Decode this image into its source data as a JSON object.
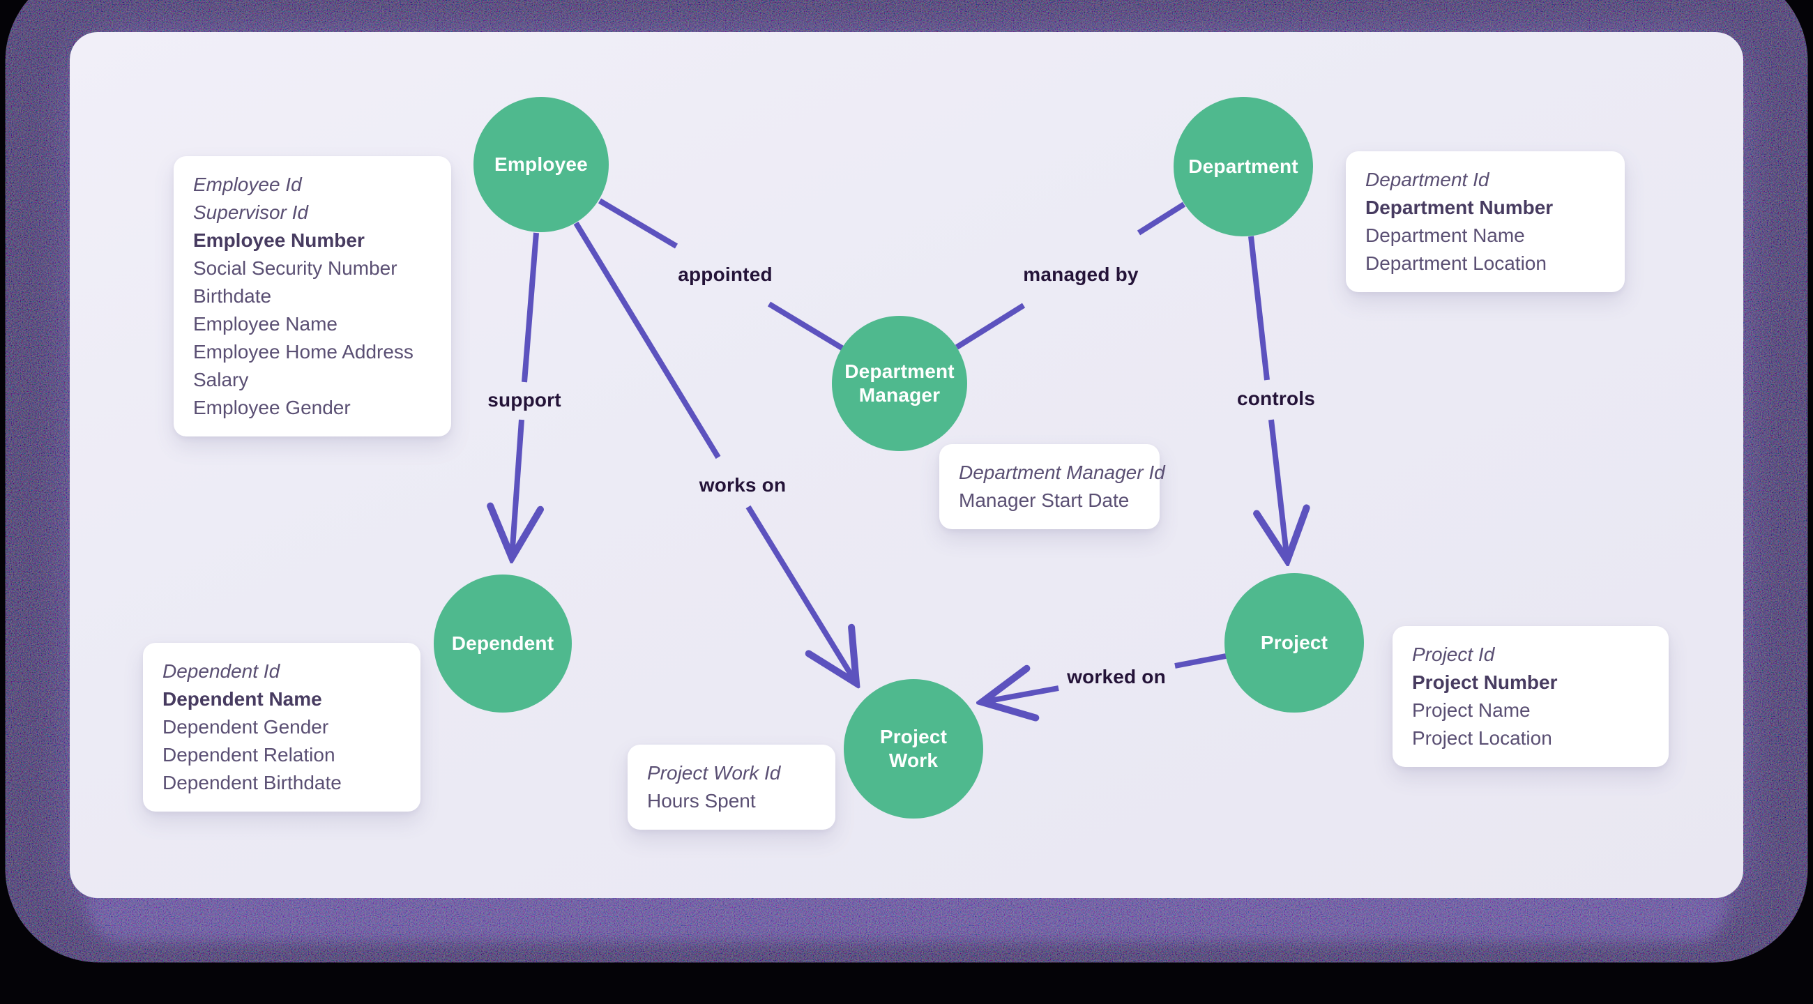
{
  "colors": {
    "outer_background": "#040307",
    "panel_background": "#ecebf5",
    "node_fill": "#4fb98e",
    "node_text": "#ffffff",
    "edge_line": "#5c52be",
    "edge_label_text": "#241338",
    "card_background": "#ffffff",
    "card_text": "#5a4f73",
    "card_text_bold": "#473b60",
    "halo_glow": "#473793"
  },
  "diagram": {
    "nodes": [
      {
        "id": "employee",
        "label": "Employee"
      },
      {
        "id": "department",
        "label": "Department"
      },
      {
        "id": "department-manager",
        "label": "Department Manager"
      },
      {
        "id": "dependent",
        "label": "Dependent"
      },
      {
        "id": "project",
        "label": "Project"
      },
      {
        "id": "project-work",
        "label": "Project Work"
      }
    ],
    "edges": [
      {
        "id": "appointed",
        "label": "appointed",
        "from": "Employee",
        "to": "Department Manager",
        "arrow": false
      },
      {
        "id": "managed-by",
        "label": "managed by",
        "from": "Department",
        "to": "Department Manager",
        "arrow": false
      },
      {
        "id": "support",
        "label": "support",
        "from": "Employee",
        "to": "Dependent",
        "arrow": true
      },
      {
        "id": "works-on",
        "label": "works on",
        "from": "Employee",
        "to": "Project Work",
        "arrow": true
      },
      {
        "id": "controls",
        "label": "controls",
        "from": "Department",
        "to": "Project",
        "arrow": true
      },
      {
        "id": "worked-on",
        "label": "worked on",
        "from": "Project",
        "to": "Project Work",
        "arrow": true
      }
    ],
    "cards": [
      {
        "entity": "employee",
        "lines": [
          {
            "text": "Employee Id",
            "emphasis": "italic"
          },
          {
            "text": "Supervisor Id",
            "emphasis": "italic"
          },
          {
            "text": "Employee Number",
            "emphasis": "bold"
          },
          {
            "text": "Social Security Number",
            "emphasis": "regular"
          },
          {
            "text": "Birthdate",
            "emphasis": "regular"
          },
          {
            "text": "Employee Name",
            "emphasis": "regular"
          },
          {
            "text": "Employee Home Address",
            "emphasis": "regular"
          },
          {
            "text": "Salary",
            "emphasis": "regular"
          },
          {
            "text": "Employee Gender",
            "emphasis": "regular"
          }
        ]
      },
      {
        "entity": "department",
        "lines": [
          {
            "text": "Department Id",
            "emphasis": "italic"
          },
          {
            "text": "Department Number",
            "emphasis": "bold"
          },
          {
            "text": "Department Name",
            "emphasis": "regular"
          },
          {
            "text": "Department Location",
            "emphasis": "regular"
          }
        ]
      },
      {
        "entity": "department-manager",
        "lines": [
          {
            "text": "Department Manager Id",
            "emphasis": "italic"
          },
          {
            "text": "Manager Start Date",
            "emphasis": "regular"
          }
        ]
      },
      {
        "entity": "dependent",
        "lines": [
          {
            "text": "Dependent Id",
            "emphasis": "italic"
          },
          {
            "text": "Dependent Name",
            "emphasis": "bold"
          },
          {
            "text": "Dependent Gender",
            "emphasis": "regular"
          },
          {
            "text": "Dependent Relation",
            "emphasis": "regular"
          },
          {
            "text": "Dependent Birthdate",
            "emphasis": "regular"
          }
        ]
      },
      {
        "entity": "project",
        "lines": [
          {
            "text": "Project Id",
            "emphasis": "italic"
          },
          {
            "text": "Project Number",
            "emphasis": "bold"
          },
          {
            "text": "Project Name",
            "emphasis": "regular"
          },
          {
            "text": "Project Location",
            "emphasis": "regular"
          }
        ]
      },
      {
        "entity": "project-work",
        "lines": [
          {
            "text": "Project Work Id",
            "emphasis": "italic"
          },
          {
            "text": "Hours Spent",
            "emphasis": "regular"
          }
        ]
      }
    ]
  }
}
